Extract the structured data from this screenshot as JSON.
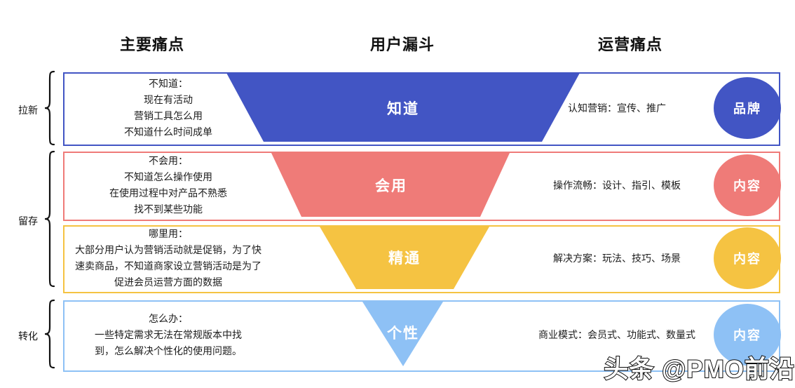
{
  "headers": {
    "left": "主要痛点",
    "center": "用户漏斗",
    "right": "运营痛点"
  },
  "groups": [
    {
      "label": "拉新"
    },
    {
      "label": "留存"
    },
    {
      "label": "转化"
    }
  ],
  "rows": [
    {
      "pain_lines": "不知道：\n现在有活动\n营销工具怎么用\n不知道什么时间成单",
      "funnel_label": "知道",
      "ops_text": "认知营销：宣传、推广",
      "badge_label": "品牌",
      "color": "#4255c4"
    },
    {
      "pain_lines": "不会用：\n不知道怎么操作使用\n在使用过程中对产品不熟悉\n找不到某些功能",
      "funnel_label": "会用",
      "ops_text": "操作流畅：设计、指引、模板",
      "badge_label": "内容",
      "color": "#ef7b78"
    },
    {
      "pain_lines": "哪里用：\n大部分用户认为营销活动就是促销，为了快\n速卖商品，不知道商家设立营销活动是为了\n促进会员运营方面的数据",
      "funnel_label": "精通",
      "ops_text": "解决方案：玩法、技巧、场景",
      "badge_label": "内容",
      "color": "#f5c342"
    },
    {
      "pain_lines": "怎么办：\n一些特定需求无法在常规版本中找\n到，怎么解决个性化的使用问题。",
      "funnel_label": "个性",
      "ops_text": "商业模式：会员式、功能式、数量式",
      "badge_label": "内容",
      "color": "#8ec1f5"
    }
  ],
  "watermark": "头条 @PMO前沿"
}
